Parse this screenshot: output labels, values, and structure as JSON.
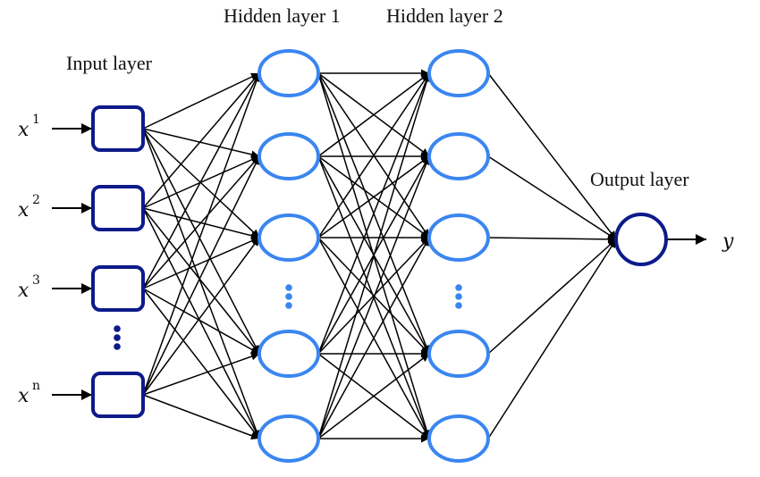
{
  "labels": {
    "input_layer": "Input layer",
    "hidden_layer_1": "Hidden layer 1",
    "hidden_layer_2": "Hidden layer 2",
    "output_layer": "Output layer"
  },
  "inputs": [
    {
      "base": "x",
      "sup": "1"
    },
    {
      "base": "x",
      "sup": "2"
    },
    {
      "base": "x",
      "sup": "3"
    },
    {
      "base": "x",
      "sup": "n"
    }
  ],
  "output": {
    "label": "y"
  },
  "colors": {
    "input_node": "#0d1a8a",
    "hidden_node": "#3a86f0",
    "output_node": "#0d1a8a",
    "edge": "#000000"
  }
}
